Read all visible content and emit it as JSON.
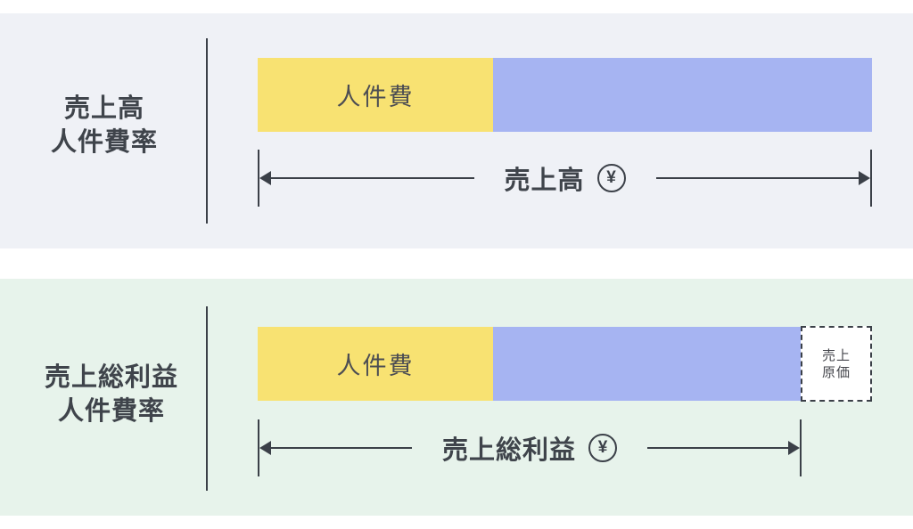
{
  "colors": {
    "page_bg": "#ffffff",
    "top_panel_bg": "#eff1f6",
    "bottom_panel_bg": "#e7f3eb",
    "labor_yellow": "#f8e272",
    "remainder_blue": "#a6b4f2",
    "ink": "#3b4048",
    "text_dark": "#3f444b",
    "cost_box_bg": "#ffffff"
  },
  "top_section": {
    "title_line1": "売上高",
    "title_line2": "人件費率",
    "bar": {
      "labor_label": "人件費"
    },
    "arrow": {
      "label": "売上高",
      "currency": "¥"
    }
  },
  "bottom_section": {
    "title_line1": "売上総利益",
    "title_line2": "人件費率",
    "bar": {
      "labor_label": "人件費",
      "cost_box_line1": "売上",
      "cost_box_line2": "原価"
    },
    "arrow": {
      "label": "売上総利益",
      "currency": "¥"
    }
  }
}
